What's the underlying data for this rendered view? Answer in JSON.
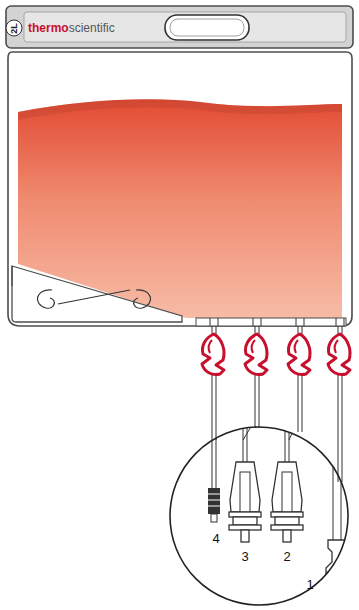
{
  "diagram": {
    "labels": [
      "2L",
      "thermo",
      "scientific",
      "4",
      "3",
      "2",
      "1"
    ]
  }
}
